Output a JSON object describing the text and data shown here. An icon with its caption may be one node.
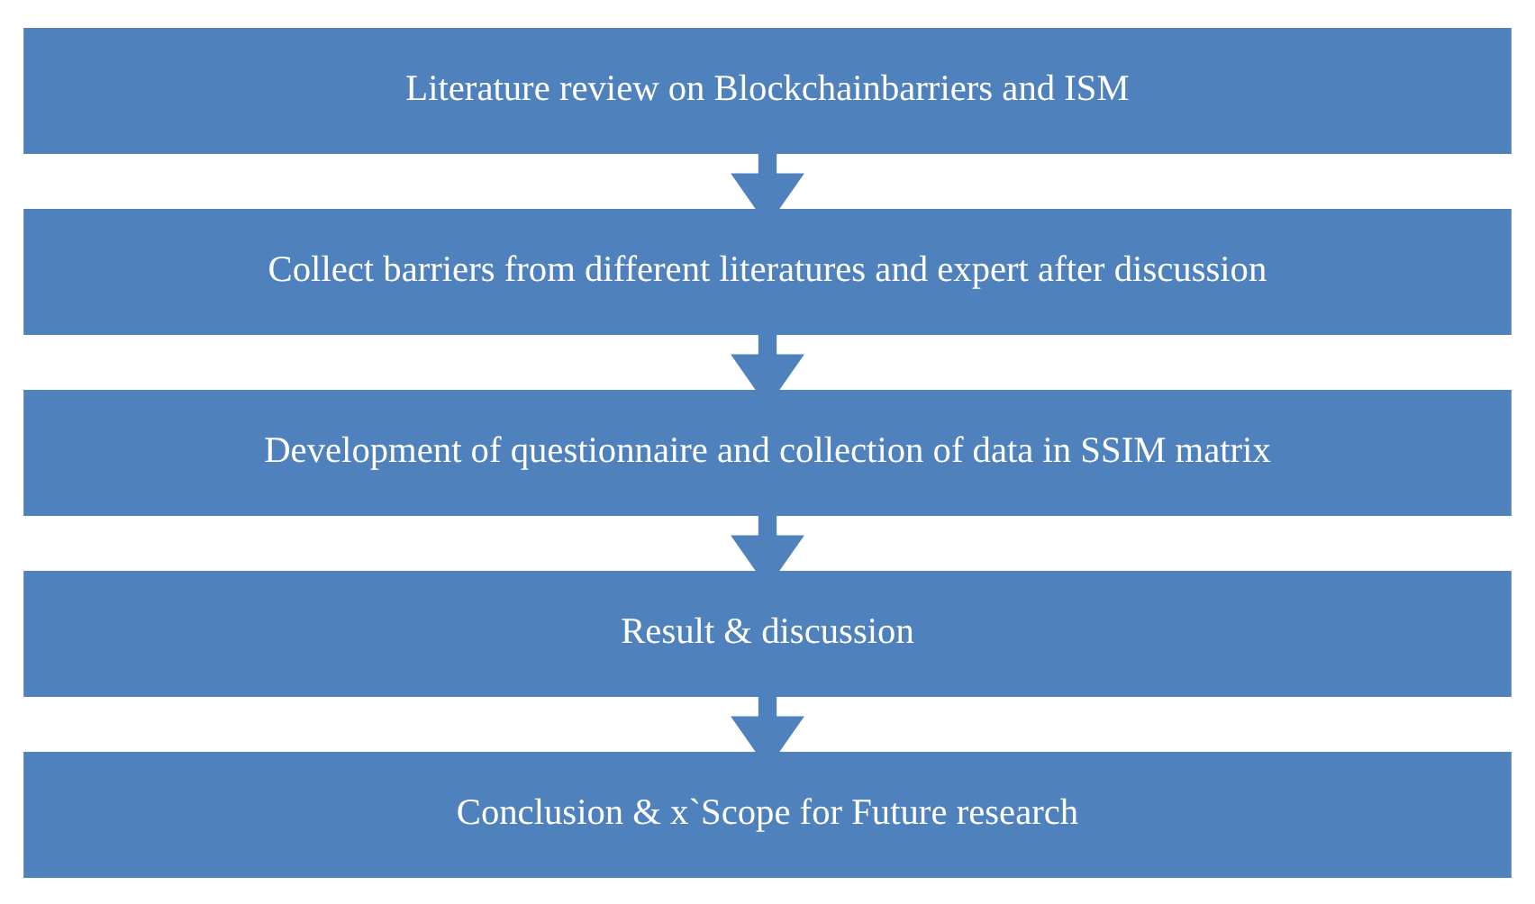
{
  "diagram": {
    "nodes": [
      {
        "text": [
          "Literature review on Blockchainbarriers and ISM"
        ]
      },
      {
        "text": [
          "Collect barriers from different literatures and expert after discussion"
        ]
      },
      {
        "text": [
          "Development of questionnaire and collection of data in SSIM matrix"
        ]
      },
      {
        "text": [
          "Result & discussion"
        ]
      },
      {
        "text": [
          "Conclusion & x`Scope for Future research"
        ]
      }
    ],
    "edges": [
      {
        "from": 0,
        "to": 1,
        "arrow": "to"
      },
      {
        "from": 1,
        "to": 2,
        "arrow": "to"
      },
      {
        "from": 2,
        "to": 3,
        "arrow": "to"
      },
      {
        "from": 3,
        "to": 4,
        "arrow": "to"
      }
    ]
  }
}
